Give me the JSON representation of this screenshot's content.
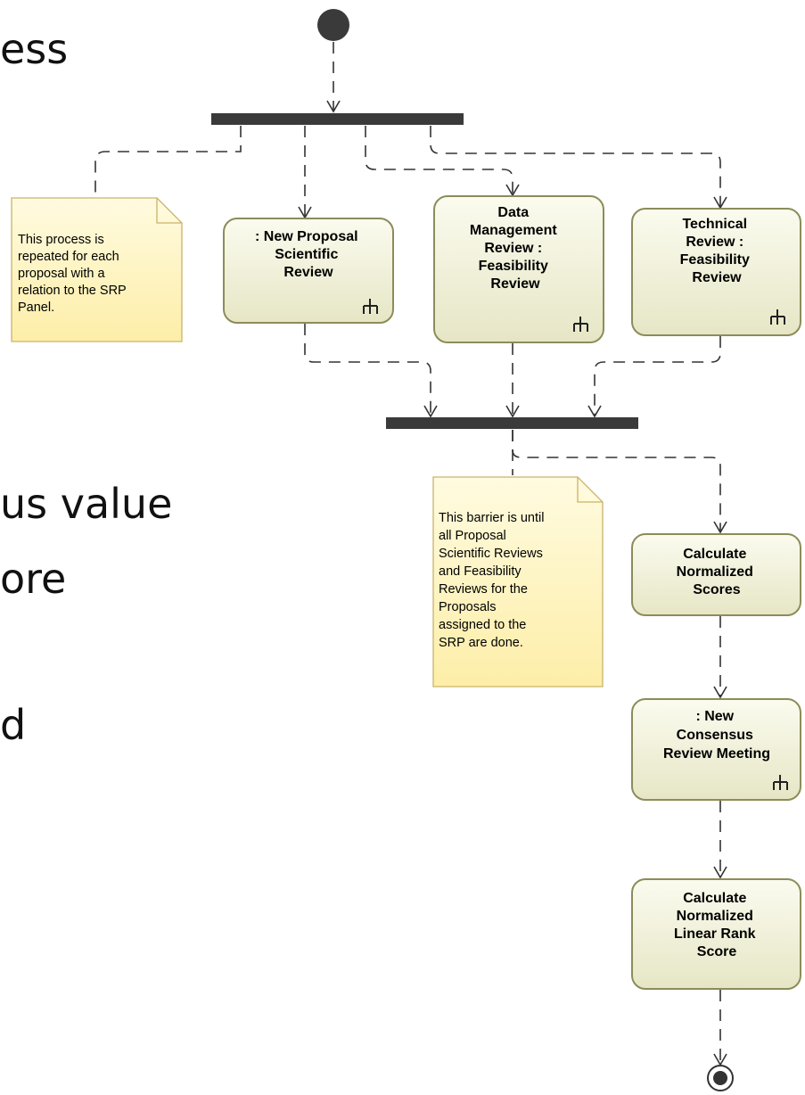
{
  "slide": {
    "fragments": [
      "ess",
      "us value",
      "ore",
      "d"
    ]
  },
  "actions": {
    "new_proposal": [
      ": New Proposal",
      "Scientific",
      "Review"
    ],
    "data_mgmt": [
      "Data",
      "Management",
      "Review :",
      "Feasibility",
      "Review"
    ],
    "technical": [
      "Technical",
      "Review :",
      "Feasibility",
      "Review"
    ],
    "calc_norm": [
      "Calculate",
      "Normalized",
      "Scores"
    ],
    "consensus": [
      ": New",
      "Consensus",
      "Review Meeting"
    ],
    "linear_rank": [
      "Calculate",
      "Normalized",
      "Linear Rank",
      "Score"
    ]
  },
  "notes": {
    "repeat": [
      "This process is",
      "repeated for each",
      "proposal with a",
      "relation to the SRP",
      "Panel."
    ],
    "barrier": [
      "This barrier is until",
      "all Proposal",
      "Scientific Reviews",
      "and Feasibility",
      "Reviews for the",
      "Proposals",
      "assigned to the",
      "SRP are done."
    ]
  },
  "icons": {
    "call_behavior": "rake-icon",
    "initial": "initial-node",
    "final": "activity-final-node"
  },
  "colors": {
    "action_fill_top": "#fbfbef",
    "action_fill_bottom": "#e6e6c6",
    "action_border": "#8c8c5a",
    "note_fill_top": "#fffbe0",
    "note_fill_bottom": "#fdeea8",
    "bar": "#3a3a3a"
  }
}
